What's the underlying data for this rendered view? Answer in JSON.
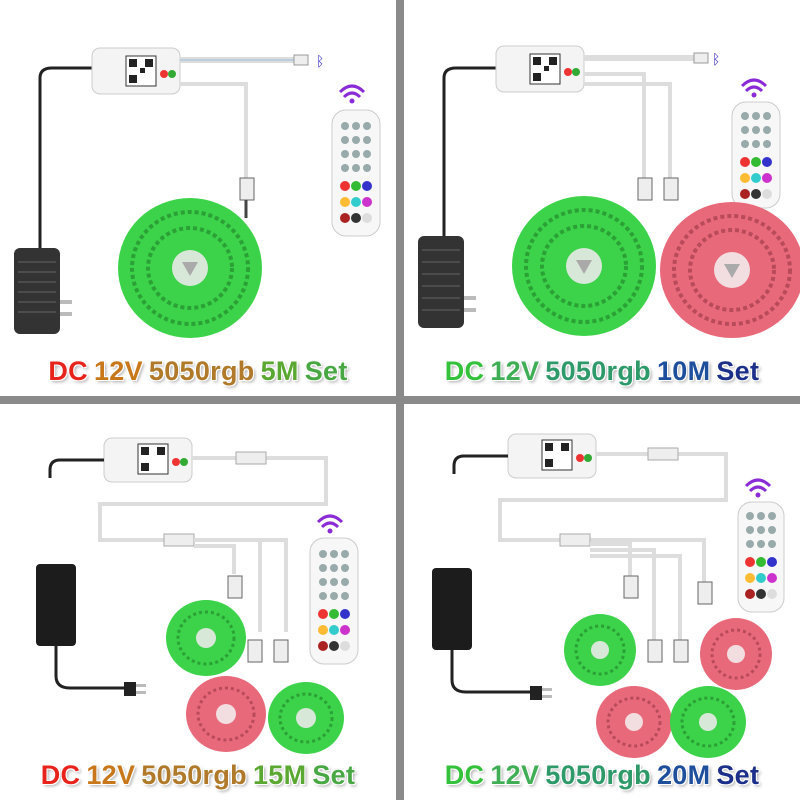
{
  "panels": [
    {
      "id": "5m",
      "caption": {
        "dc": "DC",
        "volt": "12V",
        "model": "5050rgb",
        "length": "5M",
        "set": "Set"
      },
      "colors": {
        "dc": "#e8231c",
        "volt": "#c8781a",
        "model": "#b07a2a",
        "length": "#5aa832",
        "set": "#4aa844"
      }
    },
    {
      "id": "10m",
      "caption": {
        "dc": "DC",
        "volt": "12V",
        "model": "5050rgb",
        "length": "10M",
        "set": "Set"
      },
      "colors": {
        "dc": "#34c23c",
        "volt": "#3fae55",
        "model": "#2e9a6a",
        "length": "#1e4f9c",
        "set": "#1c2f8a"
      }
    },
    {
      "id": "15m",
      "caption": {
        "dc": "DC",
        "volt": "12V",
        "model": "5050rgb",
        "length": "15M",
        "set": "Set"
      },
      "colors": {
        "dc": "#e8231c",
        "volt": "#c8781a",
        "model": "#b07a2a",
        "length": "#5aa832",
        "set": "#4aa844"
      }
    },
    {
      "id": "20m",
      "caption": {
        "dc": "DC",
        "volt": "12V",
        "model": "5050rgb",
        "length": "20M",
        "set": "Set"
      },
      "colors": {
        "dc": "#34c23c",
        "volt": "#3fae55",
        "model": "#2e9a6a",
        "length": "#1e4f9c",
        "set": "#1c2f8a"
      }
    }
  ],
  "palette": {
    "green_reel": "#3cd24a",
    "red_reel": "#e86a7a",
    "divider": "#8a8a8a"
  }
}
